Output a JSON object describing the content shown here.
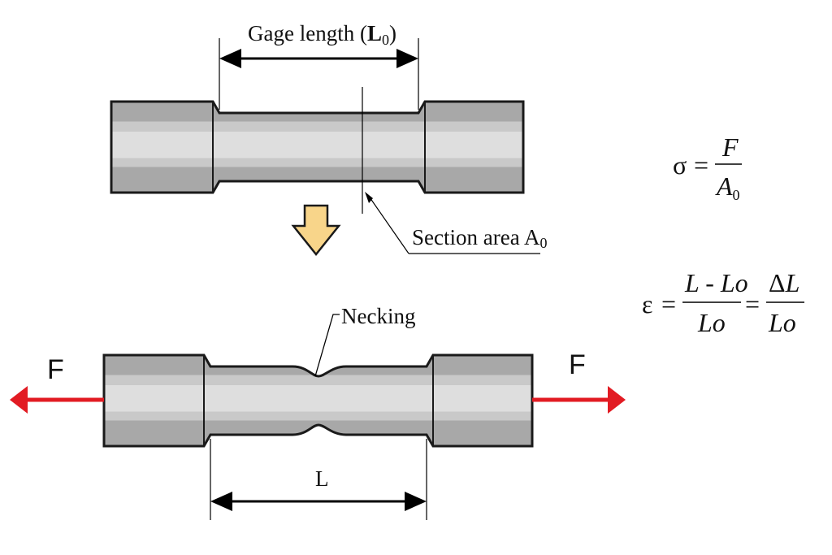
{
  "labels": {
    "gage_length": "Gage length (",
    "gage_length_L": "L",
    "gage_length_sub": "0",
    "gage_length_close": ")",
    "section_area": "Section area A",
    "section_area_sub": "0",
    "necking": "Necking",
    "length_L": "L",
    "force_left": "F",
    "force_right": "F"
  },
  "equations": {
    "stress": {
      "lhs": "σ",
      "eq": "=",
      "num": "F",
      "den": "A",
      "den_sub": "0"
    },
    "strain": {
      "lhs": "ε",
      "eq1": "=",
      "num1": "L - Lo",
      "den1": "Lo",
      "eq2": "=",
      "num2_delta": "Δ",
      "num2": "L",
      "den2": "Lo"
    }
  },
  "colors": {
    "force_arrow": "#e21b23",
    "down_arrow_fill": "#f8d58a",
    "specimen_dark": "#a9a9a9",
    "specimen_light": "#dcdcdc",
    "specimen_outline": "#1a1a1a"
  }
}
